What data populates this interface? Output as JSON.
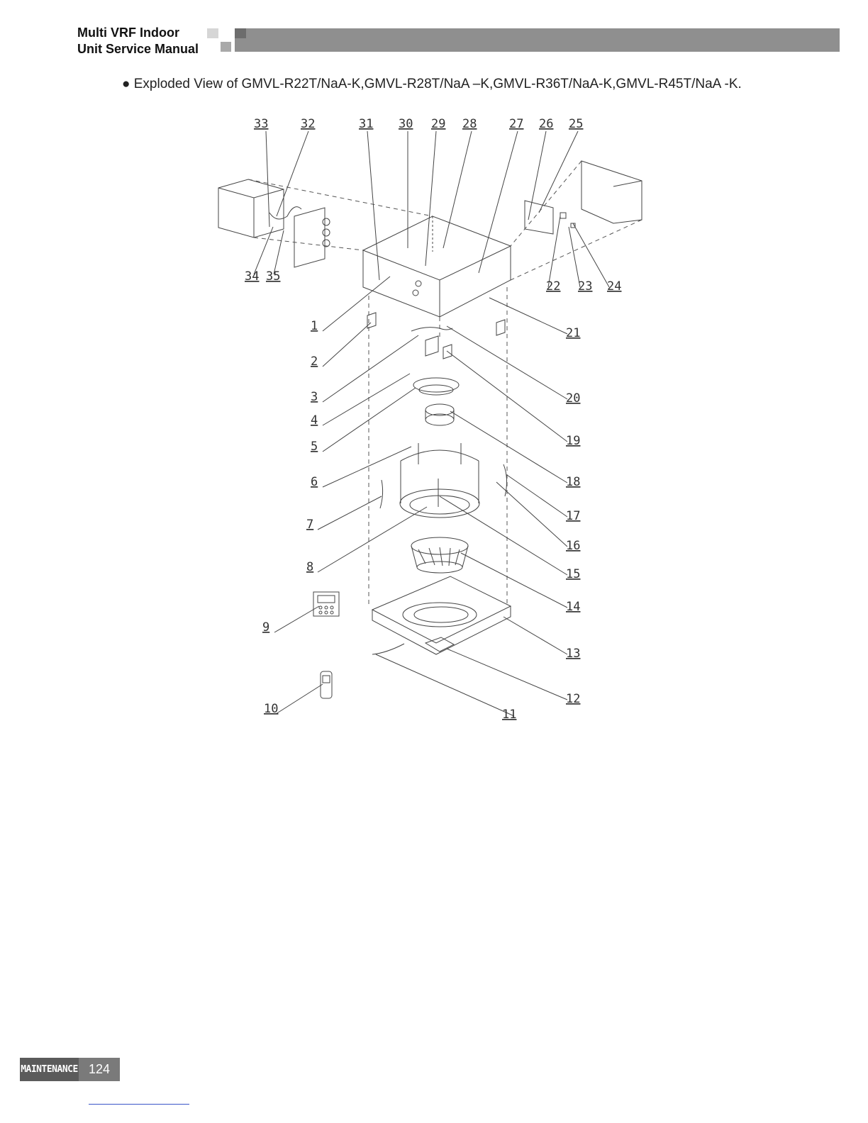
{
  "header": {
    "title_line1": "Multi VRF Indoor",
    "title_line2": "Unit Service Manual"
  },
  "caption": "● Exploded View of GMVL-R22T/NaA-K,GMVL-R28T/NaA –K,GMVL-R36T/NaA-K,GMVL-R45T/NaA -K.",
  "diagram": {
    "callouts": [
      "1",
      "2",
      "3",
      "4",
      "5",
      "6",
      "7",
      "8",
      "9",
      "10",
      "11",
      "12",
      "13",
      "14",
      "15",
      "16",
      "17",
      "18",
      "19",
      "20",
      "21",
      "22",
      "23",
      "24",
      "25",
      "26",
      "27",
      "28",
      "29",
      "30",
      "31",
      "32",
      "33",
      "34",
      "35"
    ]
  },
  "footer": {
    "section_label": "MAINTENANCE",
    "page_number": "124"
  }
}
